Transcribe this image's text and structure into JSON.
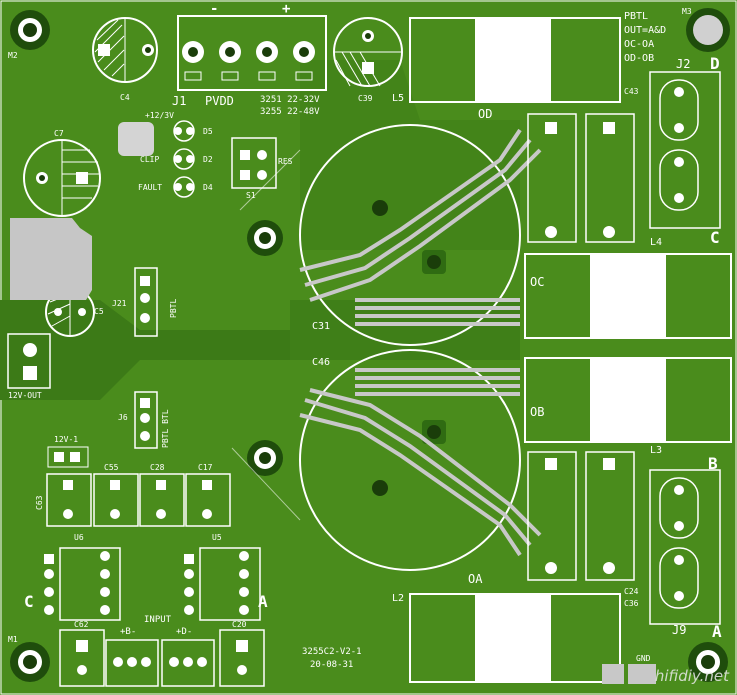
{
  "board": {
    "colors": {
      "copper": "#4a8c1c",
      "copper_dark": "#2f6b12",
      "silk": "#ffffff",
      "pad": "#c9c9c9"
    },
    "labels": {
      "m3": "M3",
      "m2": "M2",
      "m1": "M1",
      "pbtl_note_1": "PBTL",
      "pbtl_note_2": "OUT=A&D",
      "pbtl_note_3": "OC-OA",
      "pbtl_note_4": "OD-OB",
      "j1": "J1",
      "pvdd": "PVDD",
      "minus_sign": "-",
      "plus_sign": "+",
      "v3251": "3251 22-32V",
      "v3255": "3255 22-48V",
      "c4": "C4",
      "c39": "C39",
      "c7": "C7",
      "l5": "L5",
      "od": "OD",
      "j2": "J2",
      "d_label": "D",
      "c_label_right": "C",
      "c43": "C43",
      "v12": "+12/3V",
      "d5": "D5",
      "clip": "CLIP",
      "d2": "D2",
      "fault": "FAULT",
      "d4": "D4",
      "res": "RES",
      "s1": "S1",
      "l4": "L4",
      "oc": "OC",
      "j21": "J21",
      "pbtl_vert": "PBTL",
      "c5": "C5",
      "c31": "C31",
      "c46": "C46",
      "v12_out": "12V-OUT",
      "ob": "OB",
      "l3": "L3",
      "b_label": "B",
      "j6": "J6",
      "pbtl_btl": "PBTL BTL",
      "v12_1": "12V-1",
      "c55": "C55",
      "c28": "C28",
      "c17": "C17",
      "c63": "C63",
      "u6": "U6",
      "u5": "U5",
      "c_label_left": "C",
      "a_label_left": "A",
      "c62": "C62",
      "input": "INPUT",
      "in_plus_minus_1": "+B-",
      "in_plus_minus_2": "+D-",
      "c20": "C20",
      "c24": "C24",
      "c36": "C36",
      "j9": "J9",
      "a_label_right": "A",
      "l2": "L2",
      "oa": "OA",
      "rev": "3255C2-V2-1",
      "date": "20-08-31",
      "gnd": "GND",
      "watermark": "hifidiy.net"
    }
  }
}
